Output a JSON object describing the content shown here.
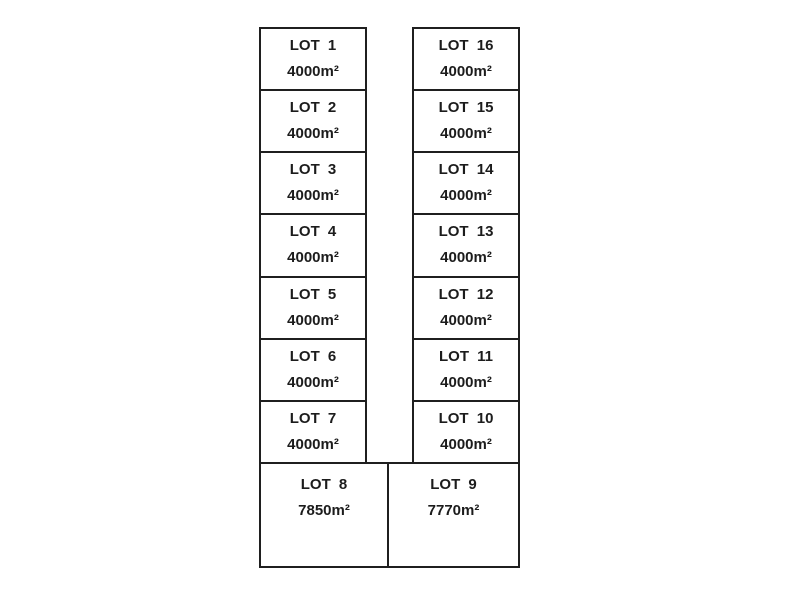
{
  "colors": {
    "background": "#ffffff",
    "line": "#1f1f1f",
    "text": "#1c1c1c"
  },
  "left_column": [
    {
      "name": "LOT 1",
      "area": "4000m²"
    },
    {
      "name": "LOT 2",
      "area": "4000m²"
    },
    {
      "name": "LOT 3",
      "area": "4000m²"
    },
    {
      "name": "LOT 4",
      "area": "4000m²"
    },
    {
      "name": "LOT 5",
      "area": "4000m²"
    },
    {
      "name": "LOT 6",
      "area": "4000m²"
    },
    {
      "name": "LOT 7",
      "area": "4000m²"
    }
  ],
  "right_column": [
    {
      "name": "LOT 16",
      "area": "4000m²"
    },
    {
      "name": "LOT 15",
      "area": "4000m²"
    },
    {
      "name": "LOT 14",
      "area": "4000m²"
    },
    {
      "name": "LOT 13",
      "area": "4000m²"
    },
    {
      "name": "LOT 12",
      "area": "4000m²"
    },
    {
      "name": "LOT 11",
      "area": "4000m²"
    },
    {
      "name": "LOT 10",
      "area": "4000m²"
    }
  ],
  "bottom_row": [
    {
      "name": "LOT 8",
      "area": "7850m²"
    },
    {
      "name": "LOT 9",
      "area": "7770m²"
    }
  ]
}
